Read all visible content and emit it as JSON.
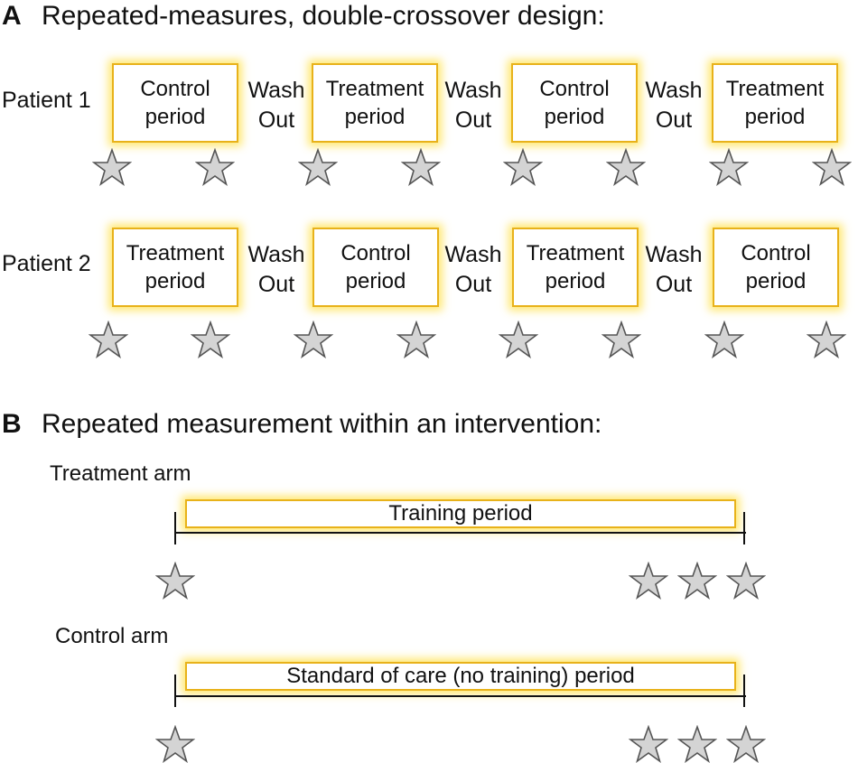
{
  "section_a": {
    "letter": "A",
    "title": "Repeated-measures, double-crossover design:",
    "patients": [
      {
        "label": "Patient 1",
        "periods": [
          "Control\nperiod",
          "Treatment\nperiod",
          "Control\nperiod",
          "Treatment\nperiod"
        ],
        "washouts": [
          "Wash\nOut",
          "Wash\nOut",
          "Wash\nOut"
        ]
      },
      {
        "label": "Patient 2",
        "periods": [
          "Treatment\nperiod",
          "Control\nperiod",
          "Treatment\nperiod",
          "Control\nperiod"
        ],
        "washouts": [
          "Wash\nOut",
          "Wash\nOut",
          "Wash\nOut"
        ]
      }
    ],
    "stars_per_period": 2
  },
  "section_b": {
    "letter": "B",
    "title": "Repeated measurement within an intervention:",
    "arms": [
      {
        "label": "Treatment arm",
        "bar_text": "Training period",
        "stars_start": 1,
        "stars_end": 3
      },
      {
        "label": "Control arm",
        "bar_text": "Standard of care (no training) period",
        "stars_start": 1,
        "stars_end": 3
      }
    ]
  },
  "colors": {
    "box_border": "#e8b21a",
    "box_glow": "#ffe45a",
    "star_fill": "#d4d4d4",
    "star_stroke": "#555555"
  },
  "icons": {
    "measurement_marker": "star-icon"
  }
}
